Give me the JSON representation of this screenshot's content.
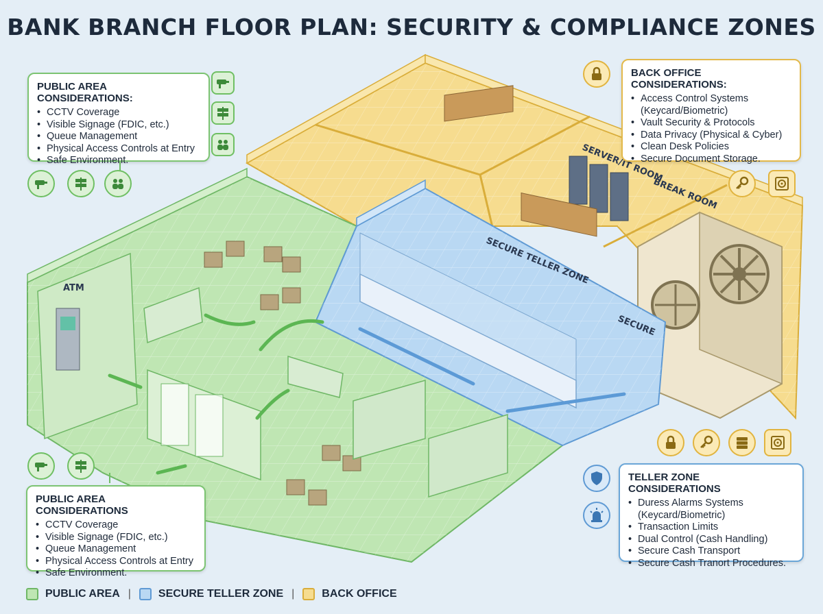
{
  "title": "BANK BRANCH FLOOR PLAN: SECURITY & COMPLIANCE ZONES",
  "colors": {
    "public": "#bfe6b3",
    "teller": "#b9d8f3",
    "back_office": "#f6dc8f",
    "public_border": "#7cc472",
    "teller_border": "#6aa6d8",
    "back_border": "#e3b94a"
  },
  "floor_labels": {
    "atm": "ATM",
    "secure_teller_zone": "SECURE TELLER ZONE",
    "secure": "SECURE",
    "server_room": "SERVER/IT ROOM",
    "break_room": "BREAK ROOM"
  },
  "public_top": {
    "heading": "PUBLIC AREA CONSIDERATIONS:",
    "items": [
      "CCTV Coverage",
      "Visible Signage (FDIC, etc.)",
      "Queue Management",
      "Physical Access Controls at Entry",
      "Safe Environment."
    ],
    "icons": [
      "cctv-icon",
      "signage-icon",
      "people-icon"
    ]
  },
  "back_office": {
    "heading": "BACK OFFICE CONSIDERATIONS:",
    "items": [
      {
        "text": "Access Control Systems",
        "bullet": true
      },
      {
        "text": "(Keycard/Biometric)",
        "bullet": false
      },
      {
        "text": "Vault Security & Protocols",
        "bullet": true
      },
      {
        "text": "Data Privacy (Physical & Cyber)",
        "bullet": true
      },
      {
        "text": "Clean Desk Policies",
        "bullet": true
      },
      {
        "text": "Secure Document Storage.",
        "bullet": true
      }
    ],
    "icons": [
      "lock-icon",
      "key-icon",
      "vault-icon"
    ]
  },
  "public_bottom": {
    "heading": "PUBLIC AREA CONSIDERATIONS",
    "items": [
      "CCTV Coverage",
      "Visible Signage (FDIC, etc.)",
      "Queue Management",
      "Physical Access Controls at Entry",
      "Safe Environment."
    ],
    "icons": [
      "cctv-icon",
      "signage-icon"
    ]
  },
  "teller": {
    "heading": "TELLER ZONE CONSIDERATIONS",
    "items": [
      {
        "text": "Duress Alarms Systems",
        "bullet": true
      },
      {
        "text": "(Keycard/Biometric)",
        "bullet": false
      },
      {
        "text": "Transaction Limits",
        "bullet": true
      },
      {
        "text": "Dual Control (Cash Handling)",
        "bullet": true
      },
      {
        "text": "Secure Cash Transport",
        "bullet": true
      },
      {
        "text": "Secure Cash Tranort Procedures.",
        "bullet": true
      }
    ],
    "icons": [
      "lock-icon",
      "key-icon",
      "server-icon",
      "vault-icon",
      "shield-icon",
      "alarm-icon"
    ]
  },
  "legend": [
    {
      "label": "PUBLIC AREA",
      "color": "#bfe6b3"
    },
    {
      "label": "SECURE TELLER ZONE",
      "color": "#b9d8f3"
    },
    {
      "label": "BACK OFFICE",
      "color": "#f6dc8f"
    }
  ],
  "legend_separator": "|"
}
